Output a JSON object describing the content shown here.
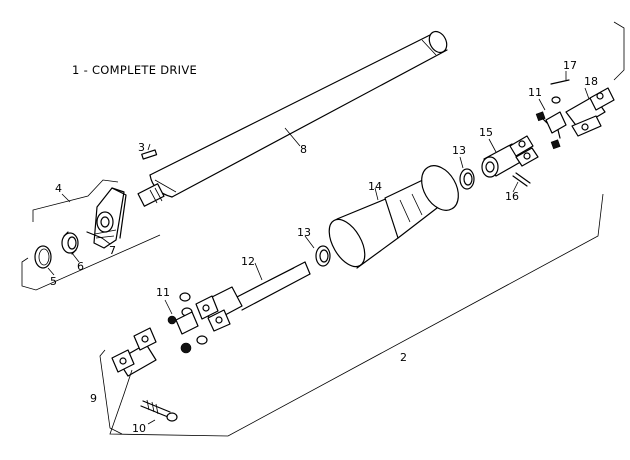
{
  "title": "1 - COMPLETE DRIVE",
  "callouts": [
    {
      "id": "callout-2",
      "text": "2"
    },
    {
      "id": "callout-3",
      "text": "3"
    },
    {
      "id": "callout-4",
      "text": "4"
    },
    {
      "id": "callout-5",
      "text": "5"
    },
    {
      "id": "callout-6",
      "text": "6"
    },
    {
      "id": "callout-7",
      "text": "7"
    },
    {
      "id": "callout-8",
      "text": "8"
    },
    {
      "id": "callout-9",
      "text": "9"
    },
    {
      "id": "callout-10",
      "text": "10"
    },
    {
      "id": "callout-11a",
      "text": "11"
    },
    {
      "id": "callout-11b",
      "text": "11"
    },
    {
      "id": "callout-12",
      "text": "12"
    },
    {
      "id": "callout-13a",
      "text": "13"
    },
    {
      "id": "callout-13b",
      "text": "13"
    },
    {
      "id": "callout-14",
      "text": "14"
    },
    {
      "id": "callout-15",
      "text": "15"
    },
    {
      "id": "callout-16",
      "text": "16"
    },
    {
      "id": "callout-17",
      "text": "17"
    },
    {
      "id": "callout-18",
      "text": "18"
    }
  ]
}
